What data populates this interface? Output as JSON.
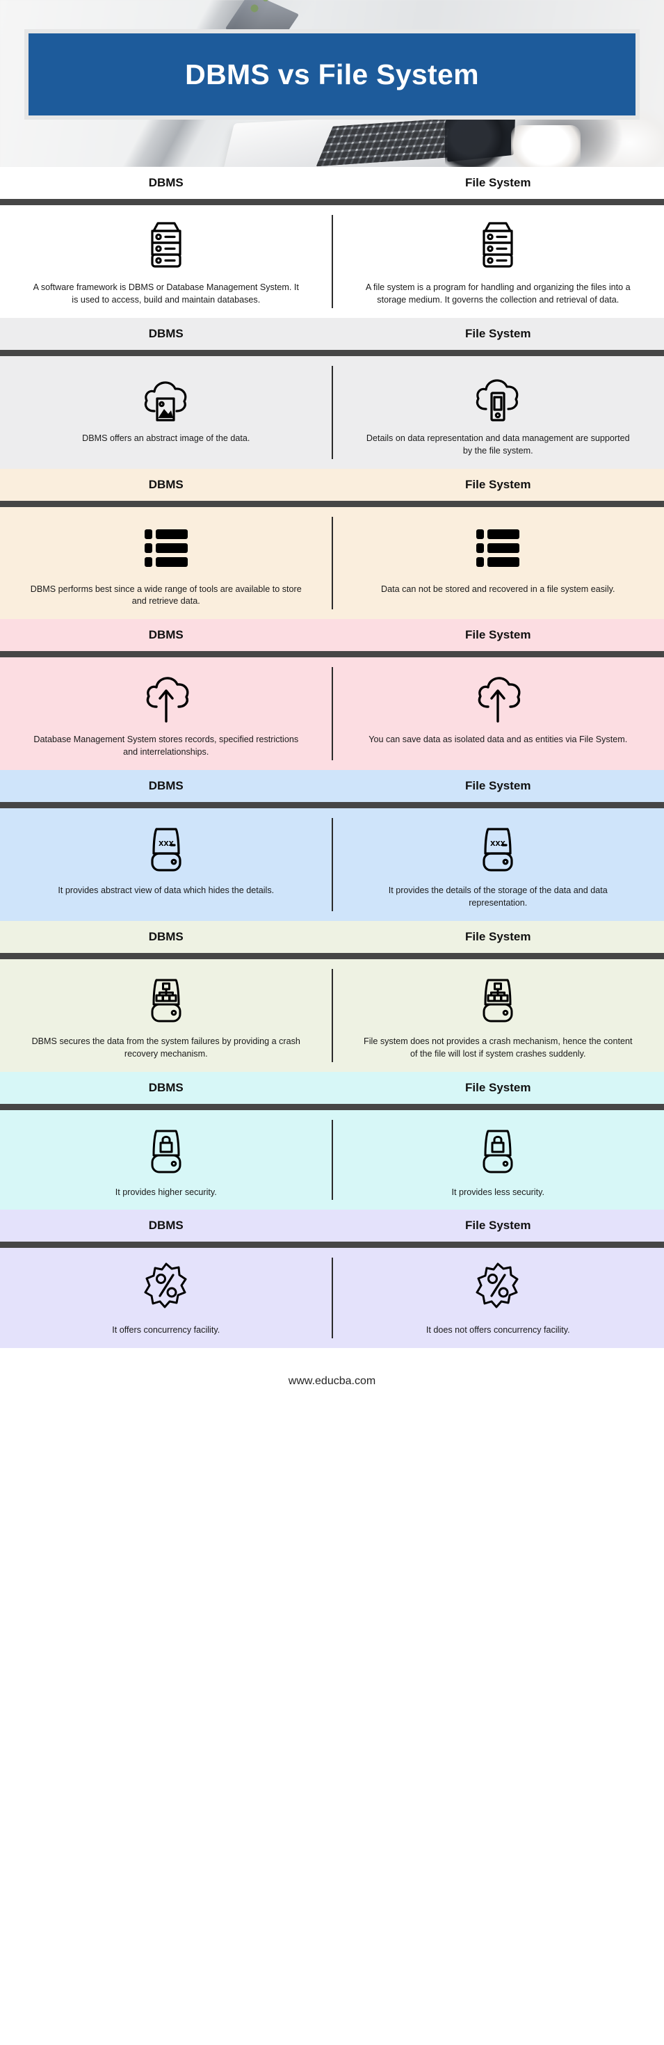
{
  "header": {
    "title": "DBMS vs File System",
    "title_bg": "#1d5b9b",
    "title_color": "#ffffff"
  },
  "column_labels": {
    "left": "DBMS",
    "right": "File System"
  },
  "divider_color": "#464646",
  "sections": [
    {
      "band_color": "#ffffff",
      "label_left": "DBMS",
      "label_right": "File System",
      "icon_left": "server-rack-icon",
      "icon_right": "server-rack-icon",
      "text_left": "A software framework is DBMS or Database Management System. It is used to access, build and maintain databases.",
      "text_right": "A file system is a program for handling and organizing the files into a storage medium. It governs the collection and retrieval of data."
    },
    {
      "band_color": "#ededee",
      "label_left": "DBMS",
      "label_right": "File System",
      "icon_left": "cloud-image-icon",
      "icon_right": "cloud-phone-icon",
      "text_left": "DBMS offers an abstract image of the data.",
      "text_right": "Details on data representation and data management are supported by the file system."
    },
    {
      "band_color": "#faeedd",
      "label_left": "DBMS",
      "label_right": "File System",
      "icon_left": "list-blocks-icon",
      "icon_right": "list-blocks-icon",
      "text_left": "DBMS performs best since a wide range of tools are available to store and retrieve data.",
      "text_right": "Data can not be stored and recovered in a file system easily."
    },
    {
      "band_color": "#fcdde2",
      "label_left": "DBMS",
      "label_right": "File System",
      "icon_left": "cloud-upload-icon",
      "icon_right": "cloud-upload-icon",
      "text_left": "Database Management System stores records, specified restrictions and interrelationships.",
      "text_right": "You can save data as isolated data and as entities via File System."
    },
    {
      "band_color": "#cfe4fa",
      "label_left": "DBMS",
      "label_right": "File System",
      "icon_left": "drive-data-icon",
      "icon_right": "drive-data-icon",
      "text_left": "It provides abstract view of data which hides the details.",
      "text_right": "It provides the details of the storage of the data and data representation."
    },
    {
      "band_color": "#eef2e3",
      "label_left": "DBMS",
      "label_right": "File System",
      "icon_left": "drive-hierarchy-icon",
      "icon_right": "drive-hierarchy-icon",
      "text_left": "DBMS secures the data from the system failures by providing a crash recovery mechanism.",
      "text_right": "File system does not provides a crash mechanism, hence the content of the file will lost if system crashes suddenly."
    },
    {
      "band_color": "#d7f7f7",
      "label_left": "DBMS",
      "label_right": "File System",
      "icon_left": "drive-lock-icon",
      "icon_right": "drive-lock-icon",
      "text_left": "It provides higher security.",
      "text_right": "It provides less security."
    },
    {
      "band_color": "#e4e2fb",
      "label_left": "DBMS",
      "label_right": "File System",
      "icon_left": "percent-badge-icon",
      "icon_right": "percent-badge-icon",
      "text_left": "It offers concurrency facility.",
      "text_right": "It does not offers concurrency facility."
    }
  ],
  "footer": {
    "url": "www.educba.com"
  }
}
